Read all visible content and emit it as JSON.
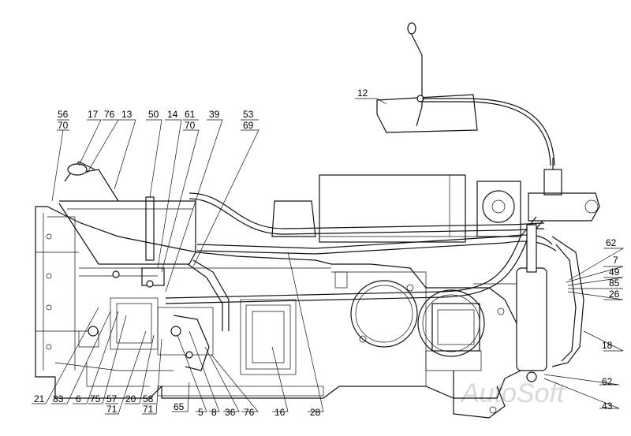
{
  "watermark": "AutoSoft",
  "labels": {
    "l56": "56",
    "l70a": "70",
    "l17": "17",
    "l76a": "76",
    "l13": "13",
    "l50": "50",
    "l14": "14",
    "l61": "61",
    "l70b": "70",
    "l39": "39",
    "l53": "53",
    "l69": "69",
    "l12": "12",
    "l62a": "62",
    "l7": "7",
    "l49": "49",
    "l85": "85",
    "l26": "26",
    "l18": "18",
    "l62b": "62",
    "l43": "43",
    "l21": "21",
    "l83": "83",
    "l6": "6",
    "l75": "75",
    "l57": "57",
    "l71a": "71",
    "l20": "20",
    "l58": "58",
    "l71b": "71",
    "l65": "65",
    "l5": "5",
    "l8": "8",
    "l36": "36",
    "l76b": "76",
    "l16": "16",
    "l28": "28"
  }
}
